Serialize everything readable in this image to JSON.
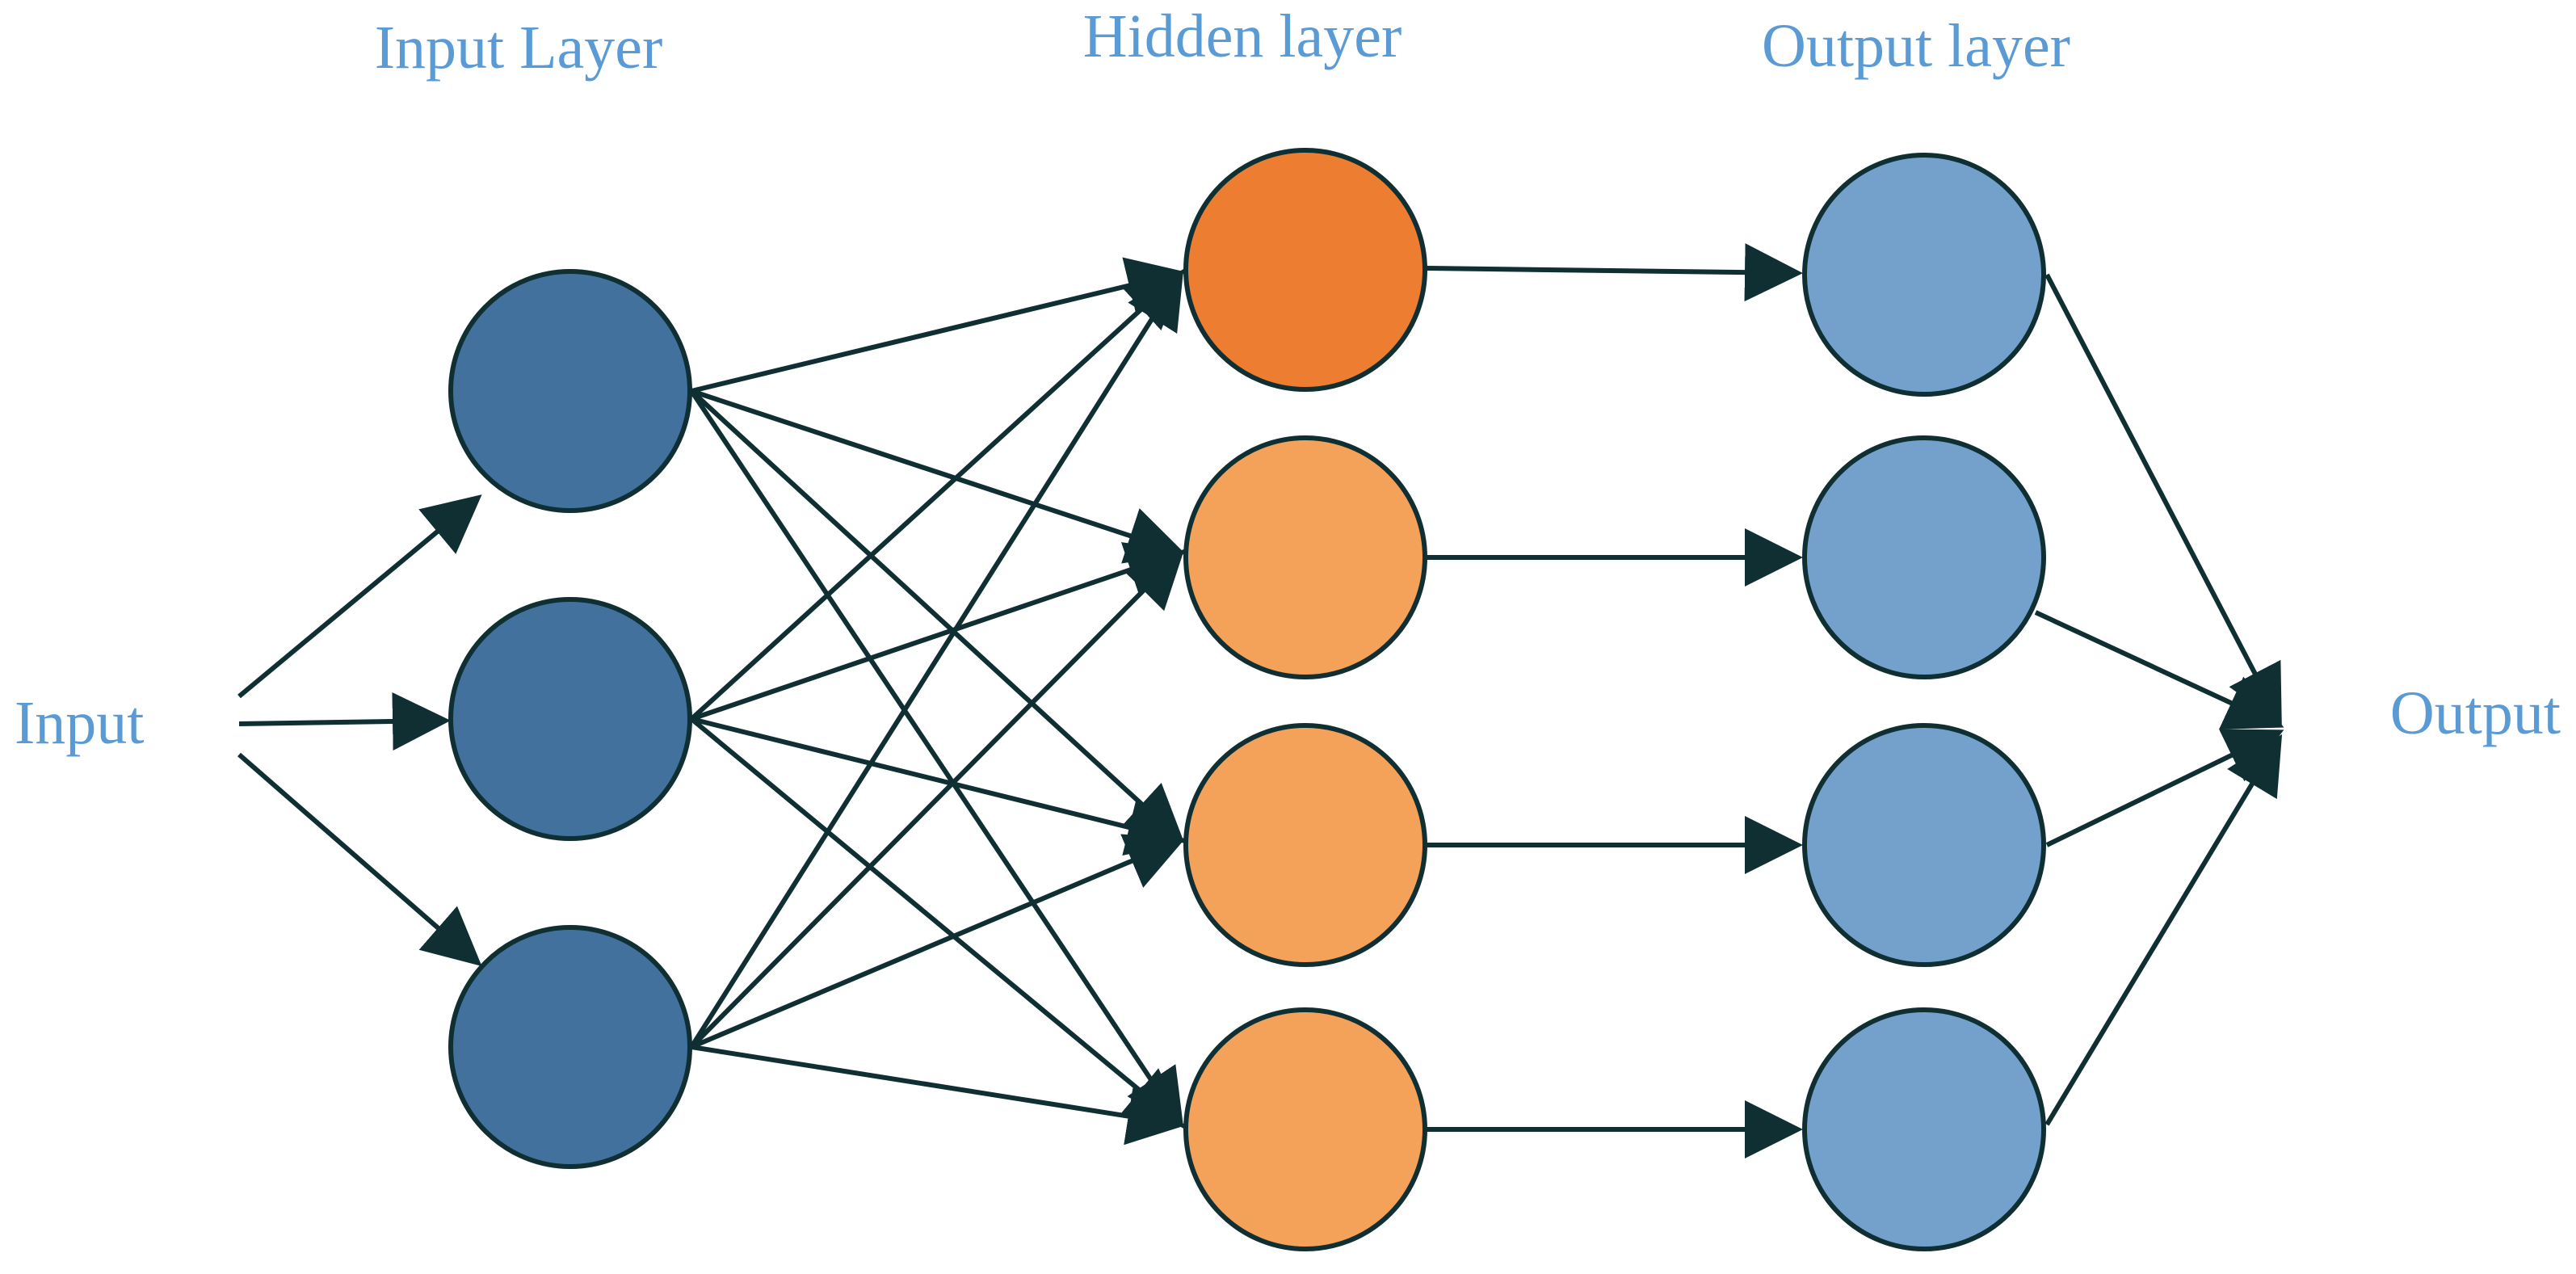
{
  "labels": {
    "input_layer": "Input Layer",
    "hidden_layer": "Hidden layer",
    "output_layer": "Output layer",
    "input": "Input",
    "output": "Output"
  },
  "colors": {
    "label_text": "#5b9bd5",
    "edge": "#0f2f33",
    "node_stroke": "#0f2f33",
    "input_node": "#41719c",
    "hidden_node_top": "#ed7d31",
    "hidden_node": "#f4a15a",
    "output_node": "#74a1cc"
  },
  "layers": {
    "input_count": 3,
    "hidden_count": 4,
    "output_count": 4
  }
}
